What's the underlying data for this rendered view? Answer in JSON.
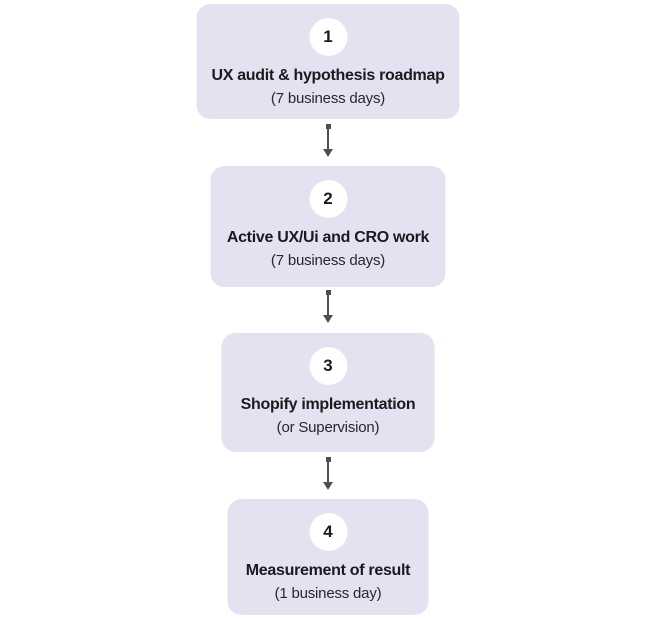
{
  "flowchart": {
    "steps": [
      {
        "number": "1",
        "title": "UX audit & hypothesis roadmap",
        "subtitle": "(7 business days)"
      },
      {
        "number": "2",
        "title": "Active UX/Ui and CRO work",
        "subtitle": "(7 business days)"
      },
      {
        "number": "3",
        "title": "Shopify implementation",
        "subtitle": "(or Supervision)"
      },
      {
        "number": "4",
        "title": "Measurement of result",
        "subtitle": "(1 business day)"
      }
    ],
    "colors": {
      "page_bg": "#FFFFFF",
      "box_bg": "#E4E1F1",
      "circle_bg": "#FFFFFF",
      "title_text": "#1B1B1E",
      "subtitle_text": "#28282B",
      "arrow": "#4F4F4F"
    },
    "icons": [
      "down-arrow-icon",
      "down-arrow-icon",
      "down-arrow-icon"
    ]
  }
}
